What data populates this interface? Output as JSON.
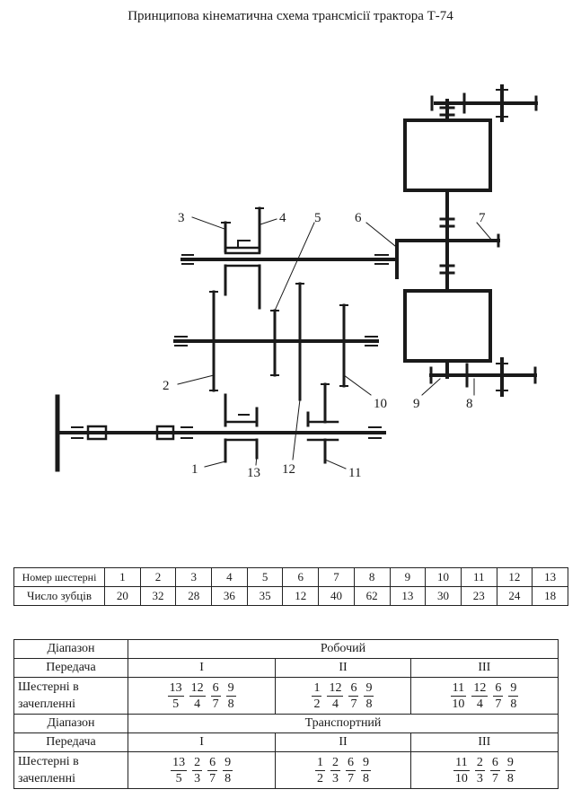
{
  "title": "Принципова кінематична схема трансмісії трактора Т-74",
  "labels": {
    "l1": "1",
    "l2": "2",
    "l3": "3",
    "l4": "4",
    "l5": "5",
    "l6": "6",
    "l7": "7",
    "l8": "8",
    "l9": "9",
    "l10": "10",
    "l11": "11",
    "l12": "12",
    "l13": "13"
  },
  "teeth_table": {
    "row1_header": "Номер шестерні",
    "row2_header": "Число зубців",
    "gears": [
      "1",
      "2",
      "3",
      "4",
      "5",
      "6",
      "7",
      "8",
      "9",
      "10",
      "11",
      "12",
      "13"
    ],
    "teeth": [
      "20",
      "32",
      "28",
      "36",
      "35",
      "12",
      "40",
      "62",
      "13",
      "30",
      "23",
      "24",
      "18"
    ]
  },
  "gear_table": {
    "range_label": "Діапазон",
    "gear_label": "Передача",
    "mesh_label_1": "Шестерні в",
    "mesh_label_2": "зачепленні",
    "working_range": "Робочий",
    "transport_range": "Транспортний",
    "gears": [
      "I",
      "II",
      "III"
    ],
    "working": [
      [
        [
          "13",
          "5"
        ],
        [
          "12",
          "4"
        ],
        [
          "6",
          "7"
        ],
        [
          "9",
          "8"
        ]
      ],
      [
        [
          "1",
          "2"
        ],
        [
          "12",
          "4"
        ],
        [
          "6",
          "7"
        ],
        [
          "9",
          "8"
        ]
      ],
      [
        [
          "11",
          "10"
        ],
        [
          "12",
          "4"
        ],
        [
          "6",
          "7"
        ],
        [
          "9",
          "8"
        ]
      ]
    ],
    "transport": [
      [
        [
          "13",
          "5"
        ],
        [
          "2",
          "3"
        ],
        [
          "6",
          "7"
        ],
        [
          "9",
          "8"
        ]
      ],
      [
        [
          "1",
          "2"
        ],
        [
          "2",
          "3"
        ],
        [
          "6",
          "7"
        ],
        [
          "9",
          "8"
        ]
      ],
      [
        [
          "11",
          "10"
        ],
        [
          "2",
          "3"
        ],
        [
          "6",
          "7"
        ],
        [
          "9",
          "8"
        ]
      ]
    ]
  }
}
